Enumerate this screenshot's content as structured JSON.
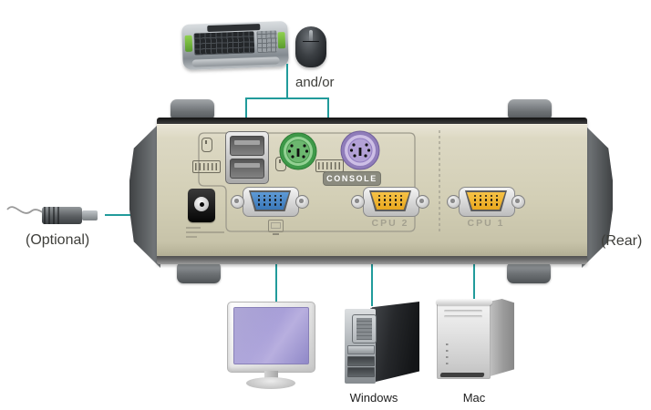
{
  "labels": {
    "and_or": "and/or",
    "optional": "(Optional)",
    "rear": "(Rear)",
    "console_badge": "CONSOLE",
    "cpu1_port": "CPU 1",
    "cpu2_port": "CPU 2",
    "windows_computer": "Windows",
    "mac_computer": "Mac"
  },
  "icons": {
    "mouse_marker": "mouse-icon",
    "keyboard_marker": "keyboard-icon",
    "monitor_marker": "monitor-icon"
  },
  "colors": {
    "connector_line_teal": "#219b9b",
    "ps2_mouse_port_green": "#4ea757",
    "ps2_keyboard_port_purple": "#a390cc",
    "console_vga_blue": "#3f7fc2",
    "cpu_vga_yellow": "#eeb22e",
    "console_badge_gray": "#8b8b7f",
    "panel_beige": "#d3cfb6"
  }
}
